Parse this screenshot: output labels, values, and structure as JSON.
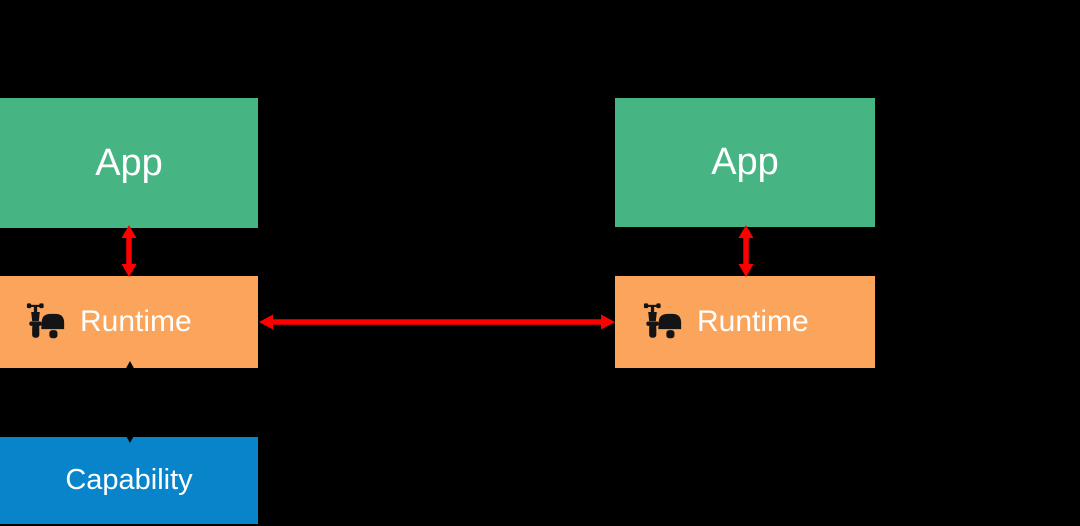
{
  "diagram_title": "",
  "colors": {
    "background": "#000000",
    "app_green": "#47B484",
    "runtime_orange": "#FAA45C",
    "capability_blue": "#0884CB",
    "arrow_red": "#FF0000",
    "arrow_black": "#000000",
    "label_white": "#FFFFFF",
    "icon_black": "#141414"
  },
  "nodes": {
    "app_left": {
      "label": "App"
    },
    "app_right": {
      "label": "App"
    },
    "runtime_left": {
      "label": "Runtime",
      "icon": "motorcycle-sidecar-icon"
    },
    "runtime_right": {
      "label": "Runtime",
      "icon": "motorcycle-sidecar-icon"
    },
    "capability": {
      "label": "Capability"
    }
  },
  "connectors": [
    {
      "id": "app-runtime-left",
      "type": "double-arrow",
      "orientation": "vertical",
      "color": "#FF0000",
      "from": "app_left",
      "to": "runtime_left"
    },
    {
      "id": "app-runtime-right",
      "type": "double-arrow",
      "orientation": "vertical",
      "color": "#FF0000",
      "from": "app_right",
      "to": "runtime_right"
    },
    {
      "id": "runtime-runtime",
      "type": "double-arrow",
      "orientation": "horizontal",
      "color": "#FF0000",
      "from": "runtime_left",
      "to": "runtime_right"
    },
    {
      "id": "runtime-capability",
      "type": "double-arrow",
      "orientation": "vertical",
      "color": "#000000",
      "from": "runtime_left",
      "to": "capability"
    }
  ]
}
